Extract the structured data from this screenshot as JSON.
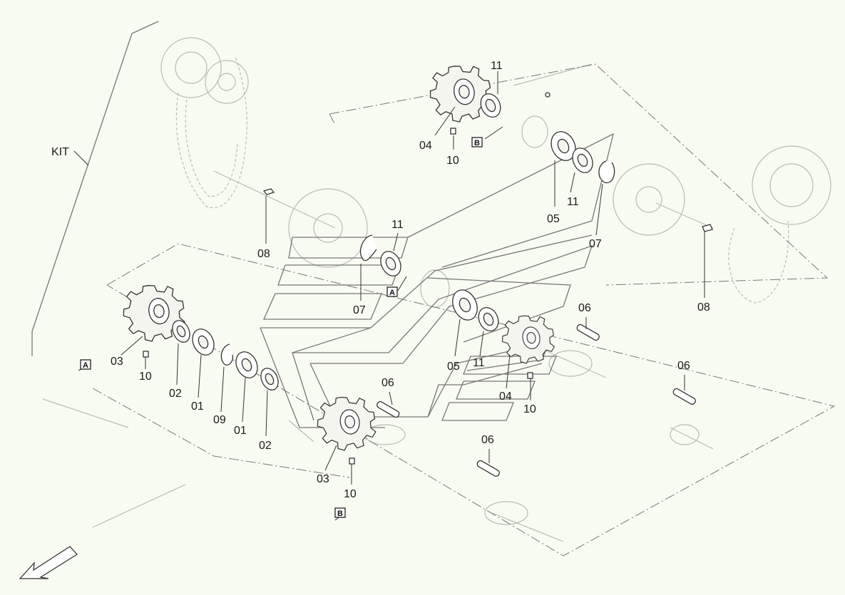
{
  "kit_label": "KIT",
  "refs": {
    "a": "A",
    "b": "B"
  },
  "callouts": [
    {
      "id": "c11-top",
      "label": "11"
    },
    {
      "id": "c04-top",
      "label": "04"
    },
    {
      "id": "c10-top",
      "label": "10"
    },
    {
      "id": "c05-upper",
      "label": "05"
    },
    {
      "id": "c11-upper-right",
      "label": "11"
    },
    {
      "id": "c07-upper",
      "label": "07"
    },
    {
      "id": "c08-left",
      "label": "08"
    },
    {
      "id": "c08-right",
      "label": "08"
    },
    {
      "id": "c11-mid",
      "label": "11"
    },
    {
      "id": "c07-mid",
      "label": "07"
    },
    {
      "id": "c03-left",
      "label": "03"
    },
    {
      "id": "c10-left",
      "label": "10"
    },
    {
      "id": "c02-left",
      "label": "02"
    },
    {
      "id": "c01-left",
      "label": "01"
    },
    {
      "id": "c09",
      "label": "09"
    },
    {
      "id": "c01-right",
      "label": "01"
    },
    {
      "id": "c02-right",
      "label": "02"
    },
    {
      "id": "c05-lower",
      "label": "05"
    },
    {
      "id": "c11-lower",
      "label": "11"
    },
    {
      "id": "c04-lower",
      "label": "04"
    },
    {
      "id": "c10-lower-right",
      "label": "10"
    },
    {
      "id": "c06-right-top",
      "label": "06"
    },
    {
      "id": "c06-far-right",
      "label": "06"
    },
    {
      "id": "c06-center",
      "label": "06"
    },
    {
      "id": "c06-bottom",
      "label": "06"
    },
    {
      "id": "c03-bottom",
      "label": "03"
    },
    {
      "id": "c10-bottom",
      "label": "10"
    }
  ]
}
